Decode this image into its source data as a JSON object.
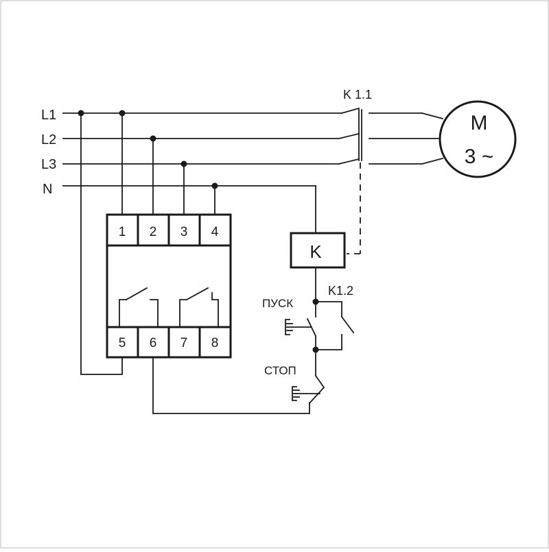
{
  "lines": {
    "l1": "L1",
    "l2": "L2",
    "l3": "L3",
    "n": "N"
  },
  "terminals_top": [
    "1",
    "2",
    "3",
    "4"
  ],
  "terminals_bottom": [
    "5",
    "6",
    "7",
    "8"
  ],
  "contactor": {
    "main_contacts_label": "K 1.1",
    "coil_label": "K",
    "aux_contact_label": "K1.2"
  },
  "motor": {
    "label": "M",
    "phase_label": "3 ~"
  },
  "buttons": {
    "start_label": "ПУСК",
    "stop_label": "СТОП"
  }
}
